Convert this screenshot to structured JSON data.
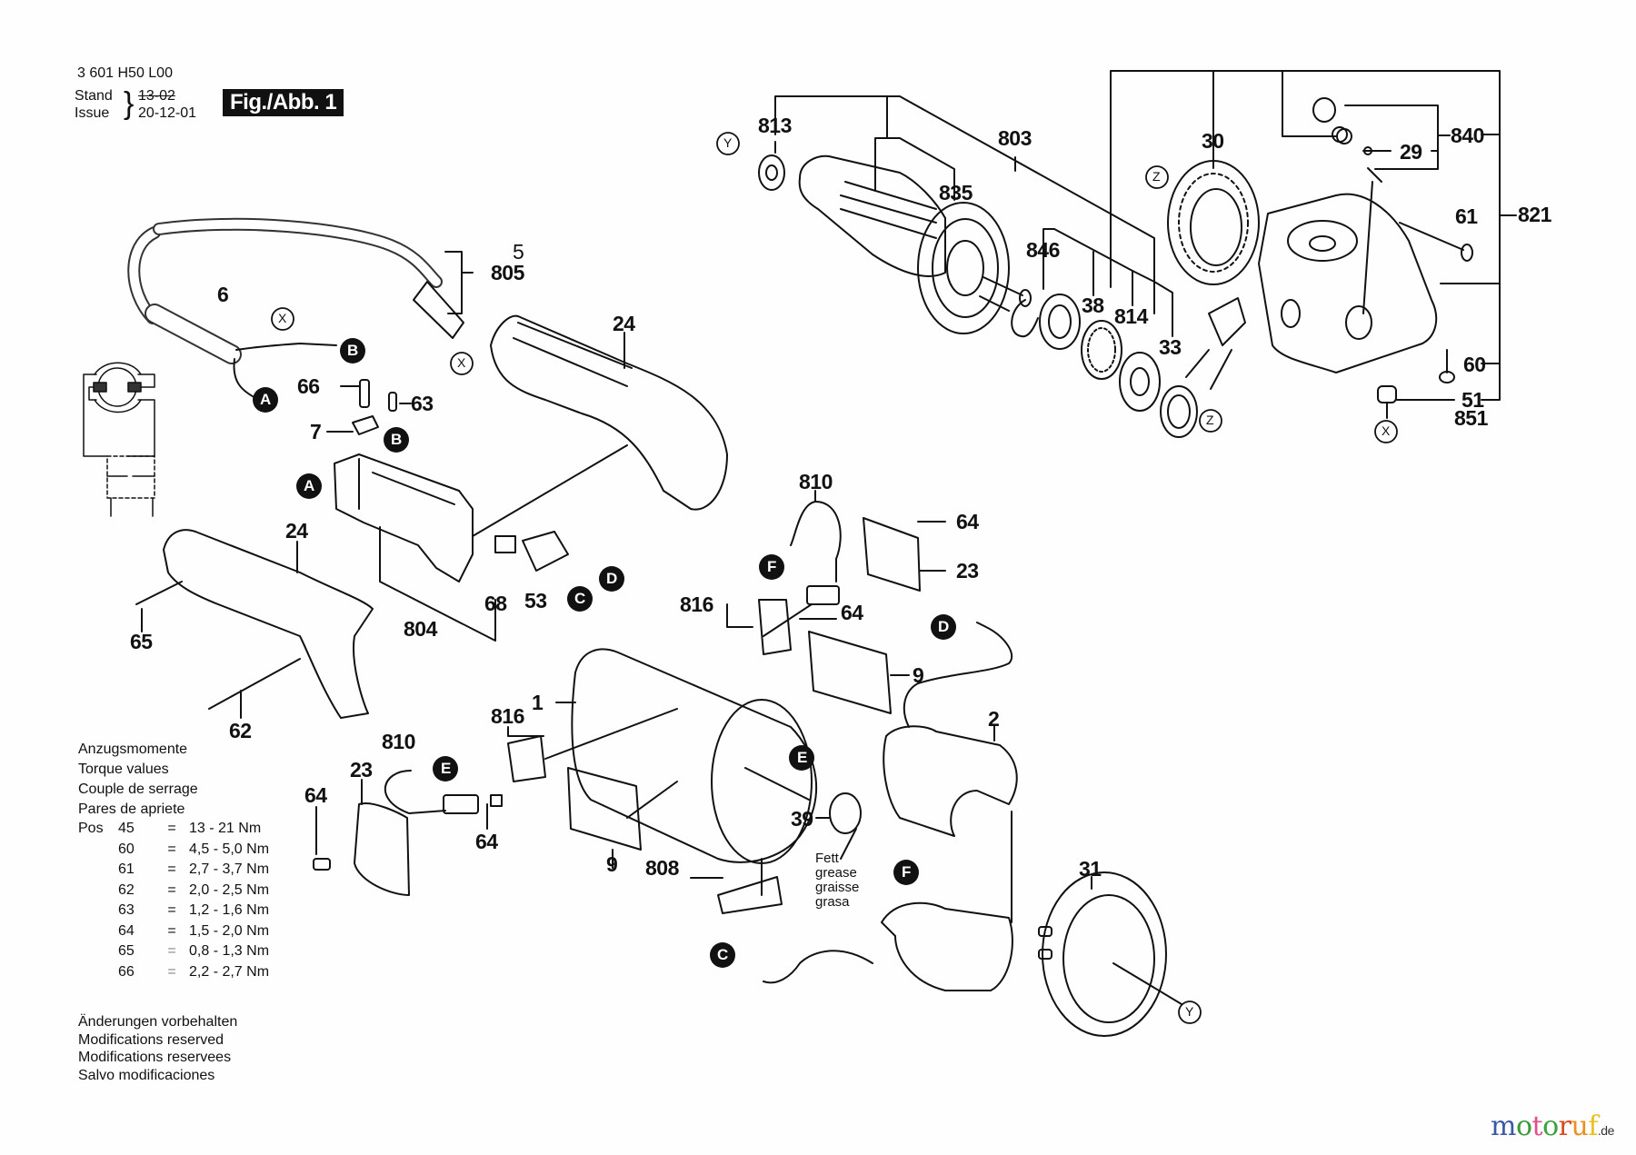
{
  "header": {
    "part_number": "3 601 H50 L00",
    "stand_label": "Stand",
    "issue_label": "Issue",
    "stand_value_struck": "13-02",
    "issue_value": "20-12-01",
    "figure_label": "Fig./Abb. 1"
  },
  "callouts": {
    "armature_bearing": "813",
    "armature": "835",
    "armature_set": "803",
    "gear": "30",
    "spindle_lock_set": "840",
    "o_ring": "29",
    "gear_head_set": "821",
    "screw_61": "61",
    "circlip_set": "846",
    "washer_38": "38",
    "bearing_set_814": "814",
    "bearing_33": "33",
    "screw_60": "60",
    "cap_51": "51",
    "cap_851": "851",
    "cable_5": "5",
    "cable_805": "805",
    "strain_relief_6": "6",
    "handle_top_24": "24",
    "screw_66": "66",
    "screw_63": "63",
    "clamp_7": "7",
    "handle_bottom_24": "24",
    "screw_65": "65",
    "screw_62": "62",
    "switch_set_804": "804",
    "switch_part_68": "68",
    "switch_part_53": "53",
    "brush_lead_810_top": "810",
    "screw_64_cover_top": "64",
    "brush_cover_23_top": "23",
    "brush_holder_816_top": "816",
    "screw_64_holder_top": "64",
    "label_9_top": "9",
    "field_2": "2",
    "motor_housing_1": "1",
    "brush_holder_816_bottom": "816",
    "brush_lead_810_bottom": "810",
    "brush_cover_23_bottom": "23",
    "screw_64_cover_bottom": "64",
    "screw_64_holder_bottom": "64",
    "label_9_bottom": "9",
    "nameplate_808": "808",
    "felt_39": "39",
    "end_shield_31": "31"
  },
  "connectors": {
    "A": "A",
    "B": "B",
    "C": "C",
    "D": "D",
    "E": "E",
    "F": "F",
    "X": "X",
    "Y": "Y",
    "Z": "Z"
  },
  "grease_note": [
    "Fett",
    "grease",
    "graisse",
    "grasa"
  ],
  "torque": {
    "titles": [
      "Anzugsmomente",
      "Torque values",
      "Couple de serrage",
      "Pares de apriete"
    ],
    "pos_label": "Pos",
    "eq": "=",
    "rows": [
      {
        "pos": "45",
        "value": "13  - 21 Nm"
      },
      {
        "pos": "60",
        "value": "4,5 - 5,0 Nm"
      },
      {
        "pos": "61",
        "value": "2,7 - 3,7 Nm"
      },
      {
        "pos": "62",
        "value": "2,0 - 2,5 Nm"
      },
      {
        "pos": "63",
        "value": "1,2 - 1,6 Nm"
      },
      {
        "pos": "64",
        "value": "1,5 - 2,0 Nm"
      },
      {
        "pos": "65",
        "value": "0,8 - 1,3 Nm"
      },
      {
        "pos": "66",
        "value": "2,2 - 2,7 Nm"
      }
    ]
  },
  "modifications": [
    "Änderungen vorbehalten",
    "Modifications reserved",
    "Modifications reservees",
    "Salvo modificaciones"
  ],
  "logo": {
    "letters": [
      "m",
      "o",
      "t",
      "o",
      "r",
      "u",
      "f"
    ],
    "colors": [
      "#3a58a8",
      "#3a9a3a",
      "#e0508a",
      "#3aa040",
      "#d84a20",
      "#e89020",
      "#e8c020"
    ],
    "suffix": ".de"
  }
}
